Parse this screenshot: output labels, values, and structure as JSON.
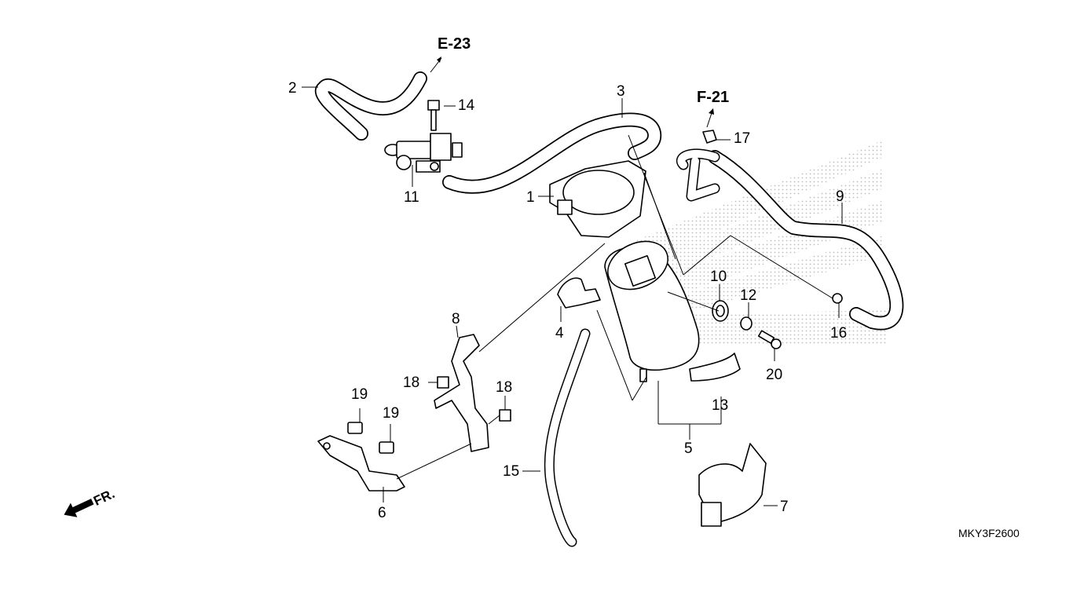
{
  "refs": {
    "e23": "E-23",
    "f21": "F-21"
  },
  "front_marker": "FR.",
  "diagram_code": "MKY3F2600",
  "callouts": {
    "c1": "1",
    "c2": "2",
    "c3": "3",
    "c4": "4",
    "c5": "5",
    "c6": "6",
    "c7": "7",
    "c8": "8",
    "c9": "9",
    "c10": "10",
    "c11": "11",
    "c12": "12",
    "c13": "13",
    "c14": "14",
    "c15": "15",
    "c16": "16",
    "c17": "17",
    "c18a": "18",
    "c18b": "18",
    "c19a": "19",
    "c19b": "19",
    "c20": "20"
  },
  "colors": {
    "line": "#000000",
    "background": "#ffffff",
    "watermark": "#bdbdbd"
  }
}
